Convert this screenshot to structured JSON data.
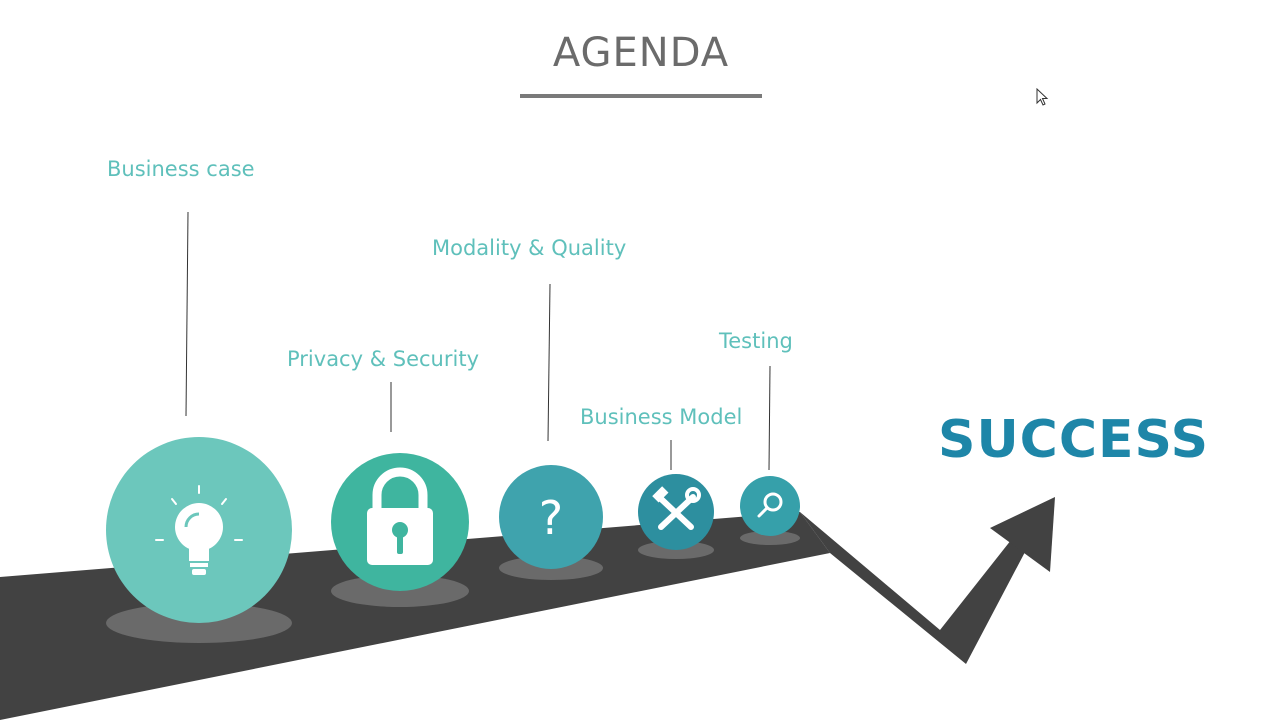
{
  "slide": {
    "title": "AGENDA",
    "outcome": "SUCCESS"
  },
  "steps": [
    {
      "label": "Business case",
      "icon": "lightbulb-icon",
      "color": "#6cc7bc"
    },
    {
      "label": "Privacy & Security",
      "icon": "padlock-icon",
      "color": "#3fb59f"
    },
    {
      "label": "Modality & Quality",
      "icon": "question-mark-icon",
      "color": "#3fa3ad"
    },
    {
      "label": "Business Model",
      "icon": "tools-icon",
      "color": "#2d8f9f"
    },
    {
      "label": "Testing",
      "icon": "magnifier-icon",
      "color": "#36a0aa"
    }
  ],
  "colors": {
    "road": "#424242",
    "label": "#5fc0bb",
    "success": "#1e86a8",
    "title": "#6b6b6b"
  }
}
